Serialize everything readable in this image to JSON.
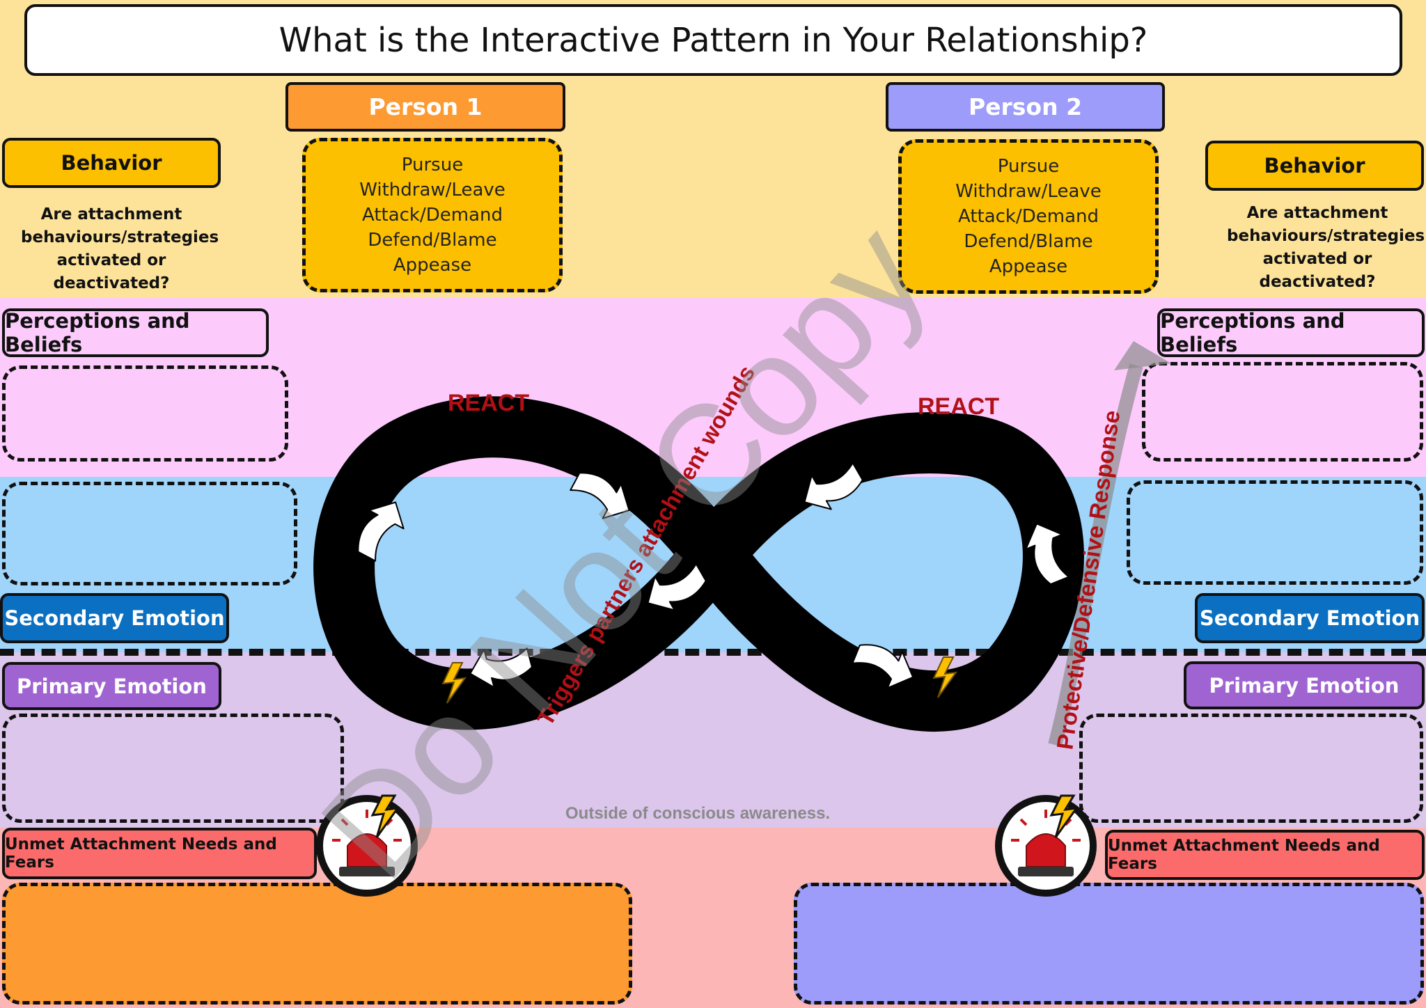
{
  "title": "What is the Interactive Pattern in Your Relationship?",
  "colors": {
    "behavior_band": "#fde39a",
    "perception_band": "#fccbfc",
    "secondary_band": "#9fd4fb",
    "primary_band": "#dcc6ec",
    "needs_band": "#fdb6b6",
    "person1": "#fd9a32",
    "person2": "#9d9cfa",
    "behavior_label": "#fcc000",
    "perception_label": "#fccbfc",
    "secondary_label": "#0b70c1",
    "primary_label": "#a064d2",
    "needs_label": "#fc6b6b",
    "react_text": "#b01016"
  },
  "person1": {
    "label": "Person 1",
    "options": [
      "Pursue",
      "Withdraw/Leave",
      "Attack/Demand",
      "Defend/Blame",
      "Appease"
    ]
  },
  "person2": {
    "label": "Person 2",
    "options": [
      "Pursue",
      "Withdraw/Leave",
      "Attack/Demand",
      "Defend/Blame",
      "Appease"
    ]
  },
  "left": {
    "behavior": "Behavior",
    "question": "Are attachment behaviours/strategies activated or deactivated?",
    "perceptions": "Perceptions and Beliefs",
    "secondary": "Secondary Emotion",
    "primary": "Primary Emotion",
    "needs": "Unmet Attachment Needs and Fears"
  },
  "right": {
    "behavior": "Behavior",
    "question": "Are attachment behaviours/strategies activated or deactivated?",
    "perceptions": "Perceptions and Beliefs",
    "secondary": "Secondary Emotion",
    "primary": "Primary Emotion",
    "needs": "Unmet Attachment Needs and Fears"
  },
  "cycle": {
    "react_left": "REACT",
    "react_right": "REACT",
    "triggers": "Triggers partners attachment wounds",
    "protective": "Protective/Defensive Response",
    "awareness": "Outside of conscious awareness."
  },
  "watermark": "Do Not Copy",
  "icons": {
    "alarm": "siren-alarm-icon",
    "lightning": "lightning-bolt-icon",
    "arrow": "white-curved-arrow-icon"
  }
}
